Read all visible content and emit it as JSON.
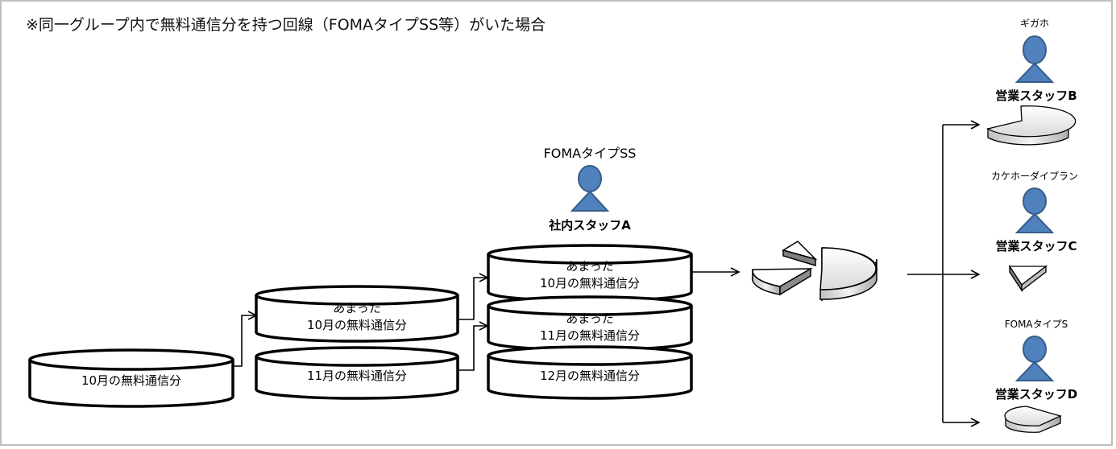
{
  "title": "※同一グループ内で無料通信分を持つ回線（FOMAタイプSS等）がいた場合",
  "stack1": {
    "label": "10月の無料通信分"
  },
  "stack2": {
    "top": [
      "あまった",
      "10月の無料通信分"
    ],
    "bottom": "11月の無料通信分"
  },
  "stack3": {
    "top": [
      "あまった",
      "10月の無料通信分"
    ],
    "middle": [
      "あまった",
      "11月の無料通信分"
    ],
    "bottom": "12月の無料通信分"
  },
  "staff_a": {
    "plan": "FOMAタイプSS",
    "name": "社内スタッフA"
  },
  "staff_b": {
    "plan": "ギガホ",
    "name": "営業スタッフB"
  },
  "staff_c": {
    "plan": "カケホーダイプラン",
    "name": "営業スタッフC"
  },
  "staff_d": {
    "plan": "FOMAタイプS",
    "name": "営業スタッフD"
  },
  "colors": {
    "person": "#4f81bd",
    "person_stroke": "#385d8a",
    "border": "#000000",
    "frame": "#bfbfbf"
  }
}
